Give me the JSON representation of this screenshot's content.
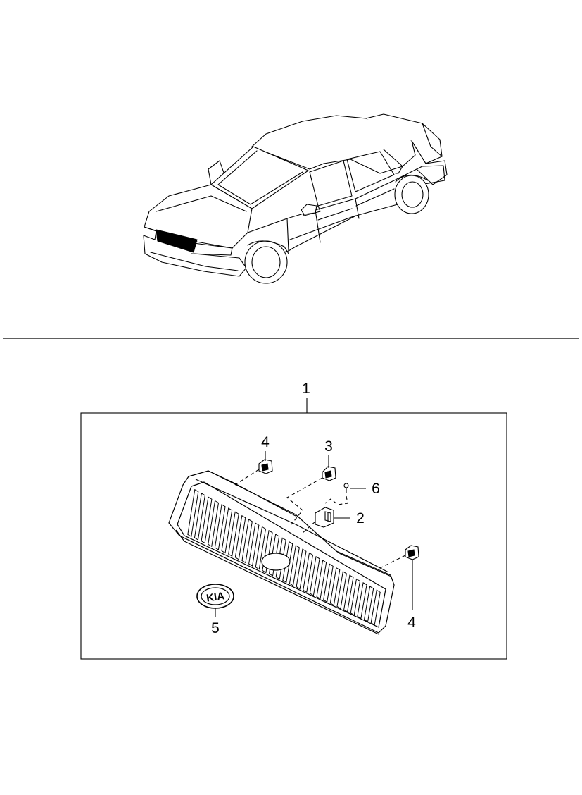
{
  "callouts": {
    "assembly": "1",
    "part_2": "2",
    "part_3": "3",
    "part_4_left": "4",
    "part_4_right": "4",
    "part_5": "5",
    "part_6": "6"
  },
  "emblem_text": "KIA",
  "colors": {
    "line": "#000000",
    "background": "#ffffff"
  }
}
